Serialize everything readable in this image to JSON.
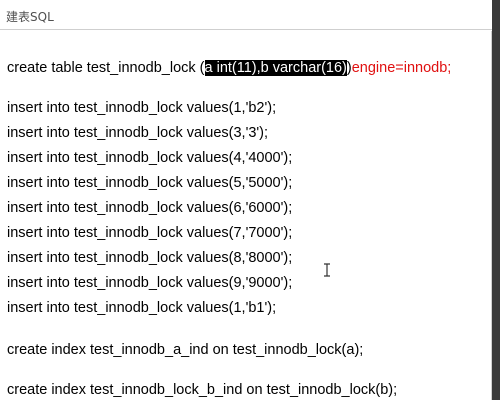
{
  "window": {
    "title": "建表SQL"
  },
  "editor": {
    "create_table": {
      "prefix": "create table test_innodb_lock (",
      "selected": "a int(11),b varchar(16)",
      "suffix": ")",
      "engine": "engine=innodb;"
    },
    "inserts": [
      "insert into test_innodb_lock values(1,'b2');",
      "insert into test_innodb_lock values(3,'3');",
      "insert into test_innodb_lock values(4,'4000');",
      "insert into test_innodb_lock values(5,'5000');",
      "insert into test_innodb_lock values(6,'6000');",
      "insert into test_innodb_lock values(7,'7000');",
      "insert into test_innodb_lock values(8,'8000');",
      "insert into test_innodb_lock values(9,'9000');",
      "insert into test_innodb_lock values(1,'b1');"
    ],
    "index_a": "create index test_innodb_a_ind on test_innodb_lock(a);",
    "index_b": "create index test_innodb_lock_b_ind on test_innodb_lock(b);"
  },
  "colors": {
    "selection_bg": "#000000",
    "keyword_red": "#e01010"
  },
  "icons": {
    "cursor": "text-cursor-icon"
  }
}
